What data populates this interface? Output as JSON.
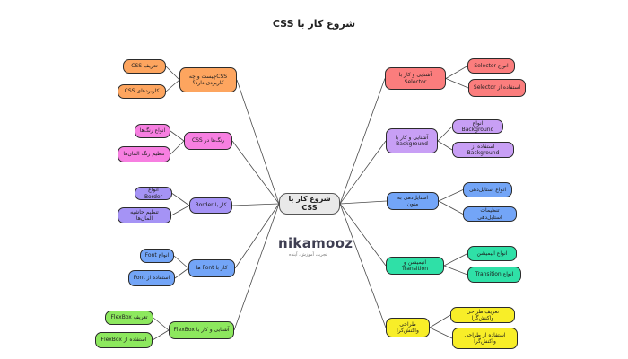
{
  "title": "شروع کار با CSS",
  "center": "شروع کار با CSS",
  "logo": {
    "name": "nikamooz",
    "tagline": "تجربه، آموزش، آینده"
  },
  "colors": {
    "orange": "#fda55f",
    "pink": "#f77fe1",
    "purple": "#a593f5",
    "blue": "#73a5f7",
    "green": "#8de85e",
    "red": "#fb7d7d",
    "lavender": "#c89ff5",
    "teal": "#2fe0a7",
    "yellow": "#f8ee28"
  },
  "branches": [
    {
      "id": "css-what",
      "label": "CSSچیست و چه کاربردی دارد؟",
      "color": "orange",
      "children": [
        "تعریف CSS",
        "کاربردهای CSS"
      ]
    },
    {
      "id": "colors",
      "label": "رنگ‌ها در CSS",
      "color": "pink",
      "children": [
        "انواع رنگ‌ها",
        "تنظیم رنگ المان‌ها"
      ]
    },
    {
      "id": "border",
      "label": "کار با Border",
      "color": "purple",
      "children": [
        "انواع Border",
        "تنظیم حاشیه المان‌ها"
      ]
    },
    {
      "id": "font",
      "label": "کار با Font ها",
      "color": "blue",
      "children": [
        "انواع Font",
        "استفاده از Font"
      ]
    },
    {
      "id": "flexbox",
      "label": "آشنایی و کار با FlexBox",
      "color": "green",
      "children": [
        "تعریف FlexBox",
        "استفاده از FlexBox"
      ]
    },
    {
      "id": "selector",
      "label": "آشنایی و کار با Selector",
      "color": "red",
      "children": [
        "انواع Selector",
        "استفاده از Selector"
      ]
    },
    {
      "id": "background",
      "label": "آشنایی و کار با Background",
      "color": "lavender",
      "children": [
        "انواع Background",
        "استفاده از Background"
      ]
    },
    {
      "id": "text-style",
      "label": "استایل‌دهی به متون",
      "color": "blue",
      "children": [
        "انواع استایل‌دهی",
        "تنظیمات استایل‌دهی"
      ]
    },
    {
      "id": "animation",
      "label": "انیمیشن و Transition",
      "color": "teal",
      "children": [
        "انواع انیمیشن",
        "انواع Transition"
      ]
    },
    {
      "id": "responsive",
      "label": "طراحی واکنش‌گرا",
      "color": "yellow",
      "children": [
        "تعریف طراحی واکنش‌گرا",
        "استفاده از طراحی واکنش‌گرا"
      ]
    }
  ]
}
